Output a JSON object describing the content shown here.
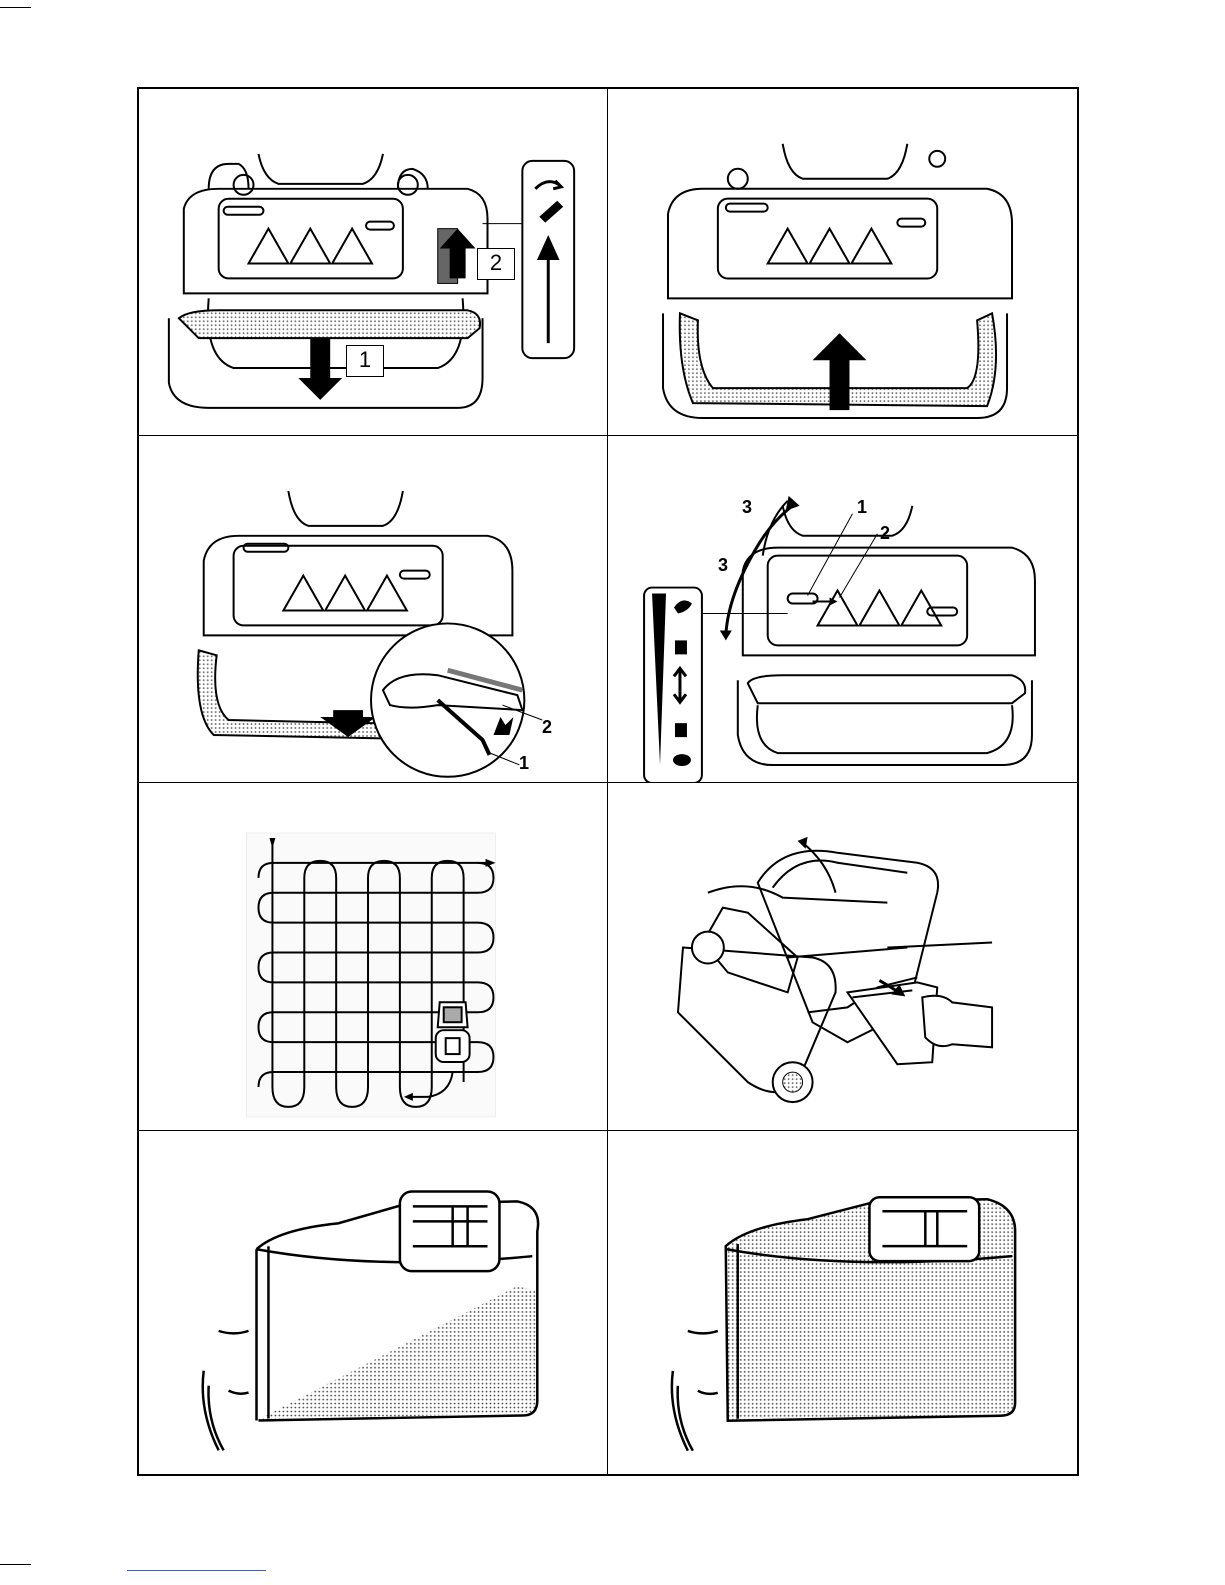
{
  "figures": [
    {
      "id": "panel-1",
      "callouts": [
        "1",
        "2"
      ]
    },
    {
      "id": "panel-2",
      "callouts": []
    },
    {
      "id": "panel-3",
      "callouts": [
        "2",
        "1"
      ]
    },
    {
      "id": "panel-4",
      "callouts": [
        "1",
        "2",
        "3",
        "3"
      ]
    },
    {
      "id": "panel-5",
      "callouts": []
    },
    {
      "id": "panel-6",
      "callouts": []
    },
    {
      "id": "panel-7",
      "callouts": []
    },
    {
      "id": "panel-8",
      "callouts": []
    }
  ],
  "icons": {
    "panel-1": [
      "handle-icon",
      "lever-icon",
      "arrow-down-icon",
      "arrow-up-icon",
      "rotate-icon"
    ],
    "panel-4": [
      "rabbit-icon",
      "turtle-icon",
      "choke-icon",
      "updown-arrow-icon"
    ],
    "panel-5": [
      "mowing-pattern-icon",
      "mower-icon"
    ],
    "panel-6": [
      "grass-bag-icon",
      "hand-icon"
    ]
  },
  "colors": {
    "line": "#000000",
    "shade": "#9a9a9a",
    "link": "#3b5bdb"
  }
}
